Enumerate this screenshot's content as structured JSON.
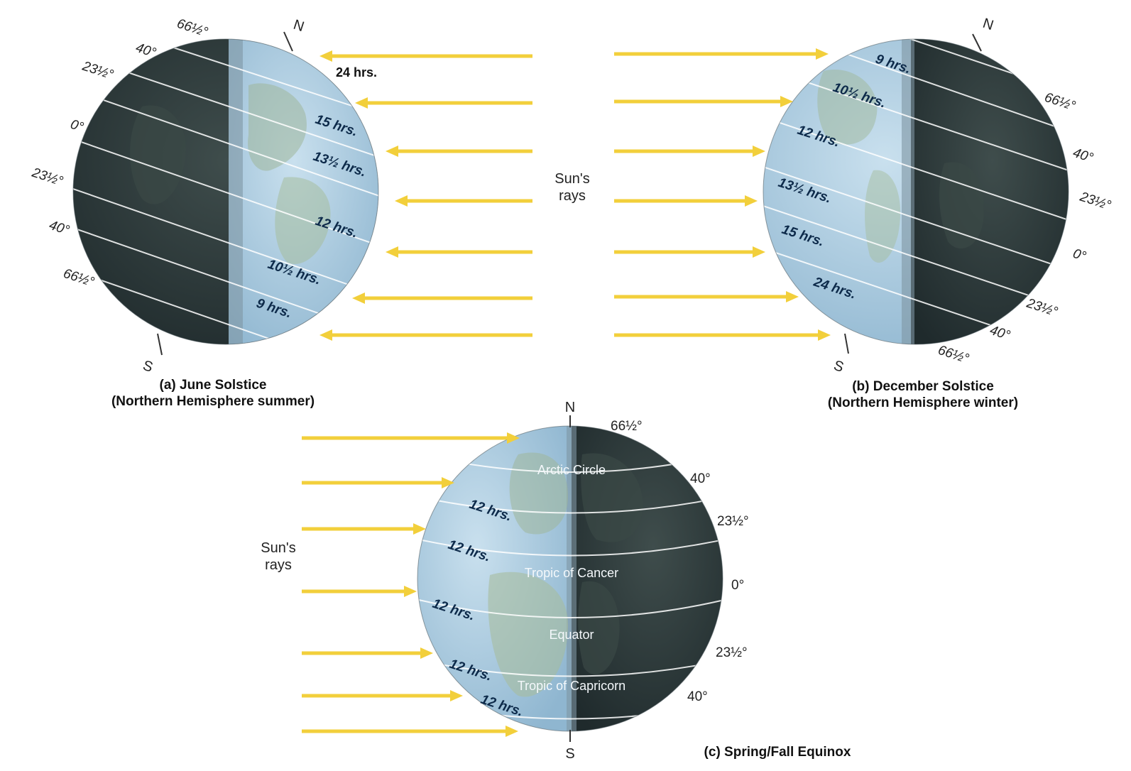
{
  "panels": {
    "june": {
      "caption_line1": "(a) June Solstice",
      "caption_line2": "(Northern Hemisphere summer)",
      "north": "N",
      "south": "S",
      "latitudes": [
        "66½°",
        "40°",
        "23½°",
        "0°",
        "23½°",
        "40°",
        "66½°"
      ],
      "daylight": [
        "24 hrs.",
        "15 hrs.",
        "13½ hrs.",
        "12 hrs.",
        "10½ hrs.",
        "9 hrs."
      ]
    },
    "december": {
      "caption_line1": "(b) December Solstice",
      "caption_line2": "(Northern Hemisphere winter)",
      "north": "N",
      "south": "S",
      "latitudes": [
        "66½°",
        "40°",
        "23½°",
        "0°",
        "23½°",
        "40°",
        "66½°"
      ],
      "daylight": [
        "9 hrs.",
        "10½ hrs.",
        "12 hrs.",
        "13½ hrs.",
        "15 hrs.",
        "24 hrs."
      ]
    },
    "equinox": {
      "caption": "(c) Spring/Fall Equinox",
      "north": "N",
      "south": "S",
      "latitudes": [
        "66½°",
        "40°",
        "23½°",
        "0°",
        "23½°",
        "40°"
      ],
      "daylight": [
        "12 hrs.",
        "12 hrs.",
        "12 hrs.",
        "12 hrs.",
        "12 hrs."
      ],
      "circle_names": [
        "Arctic Circle",
        "Tropic of Cancer",
        "Equator",
        "Tropic of Capricorn"
      ]
    }
  },
  "sun_rays_label_top": [
    "Sun's",
    "rays"
  ],
  "sun_rays_label_bottom": [
    "Sun's",
    "rays"
  ],
  "colors": {
    "ray": "#f2cf3b",
    "night": "#2f3b3d",
    "day": "#a9cbe2"
  }
}
